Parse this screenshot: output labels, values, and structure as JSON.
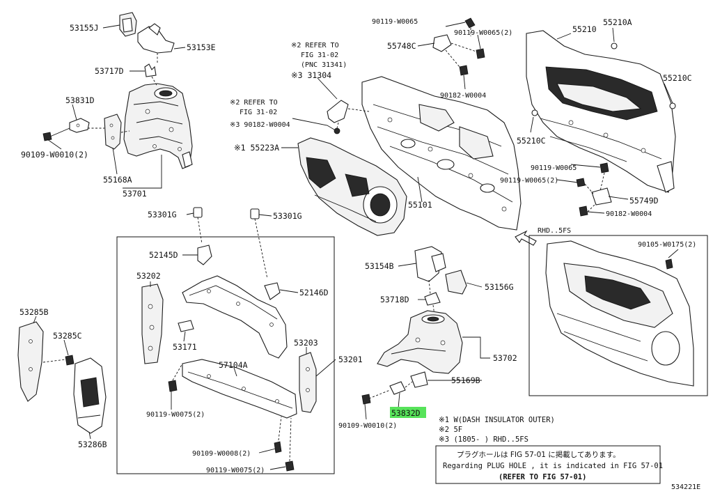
{
  "labels": {
    "p53155J": "53155J",
    "p53153E": "53153E",
    "p53717D": "53717D",
    "p53831D": "53831D",
    "p90109_w0010_top": "90109-W0010(2)",
    "p55168A": "55168A",
    "p53701": "53701",
    "ref1_a": "※2 REFER TO",
    "ref1_b": "FIG 31-02",
    "ref1_c": "(PNC 31341)",
    "p31304": "※3 31304",
    "ref2_a": "※2 REFER TO",
    "ref2_b": "FIG 31-02",
    "p90182_w0004_left": "※3 90182-W0004",
    "p55223A": "※1 55223A",
    "p55101": "55101",
    "p90119_w0065_a": "90119-W0065",
    "p90119_w0065_2a": "90119-W0065(2)",
    "p55748C": "55748C",
    "p90182_w0004_a": "90182-W0004",
    "p55210": "55210",
    "p55210A": "55210A",
    "p55210C_r": "55210C",
    "p55210C_l": "55210C",
    "p90119_w0065_b": "90119-W0065",
    "p90119_w0065_2b": "90119-W0065(2)",
    "p55749D": "55749D",
    "p90182_w0004_b": "90182-W0004",
    "rhd": "RHD..5FS",
    "p90105_w0175": "90105-W0175(2)",
    "p53301G_l": "53301G",
    "p53301G_r": "53301G",
    "p52145D": "52145D",
    "p52146D": "52146D",
    "p53202": "53202",
    "p53171": "53171",
    "p57104A": "57104A",
    "p53203": "53203",
    "p53201": "53201",
    "p90119_w0075_a": "90119-W0075(2)",
    "p90109_w0008": "90109-W0008(2)",
    "p90119_w0075_b": "90119-W0075(2)",
    "p53285B": "53285B",
    "p53285C": "53285C",
    "p53286B": "53286B",
    "p53154B": "53154B",
    "p53156G": "53156G",
    "p53718D": "53718D",
    "p53702": "53702",
    "p55169B": "55169B",
    "p53832D": "53832D",
    "p90109_w0010_bot": "90109-W0010(2)",
    "foot1": "※1 W(DASH INSULATOR OUTER)",
    "foot2": "※2 5F",
    "foot3": "※3 (1805-       ) RHD..5FS",
    "notice_jp": "プラグホールは FIG 57-01 に掲載してあります。",
    "notice_en": "Regarding PLUG HOLE , it is indicated in FIG 57-01",
    "notice_ref": "(REFER TO FIG 57-01)",
    "diagram_id": "534221E"
  },
  "highlight_color": "#57e35a"
}
